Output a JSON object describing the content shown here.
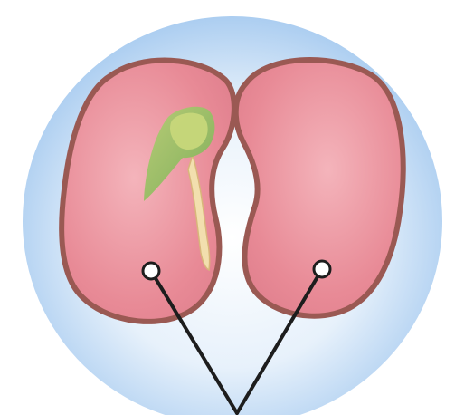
{
  "diagram": {
    "subject": "seed",
    "parts": [
      "background-disc",
      "left-cotyledon",
      "right-cotyledon",
      "embryo-leaf",
      "embryo-stem",
      "pointer-lines"
    ]
  },
  "colors": {
    "background_blue": "#a9ccf0",
    "background_white": "#ffffff",
    "cotyledon_fill": "#e88a96",
    "cotyledon_light": "#f4b4bb",
    "cotyledon_outline": "#9a5953",
    "leaf_green": "#7fae5b",
    "leaf_light": "#b8cc76",
    "stem_cream": "#f2dfae",
    "stem_outline": "#d8b67a",
    "pointer_line": "#1d1d1d"
  }
}
